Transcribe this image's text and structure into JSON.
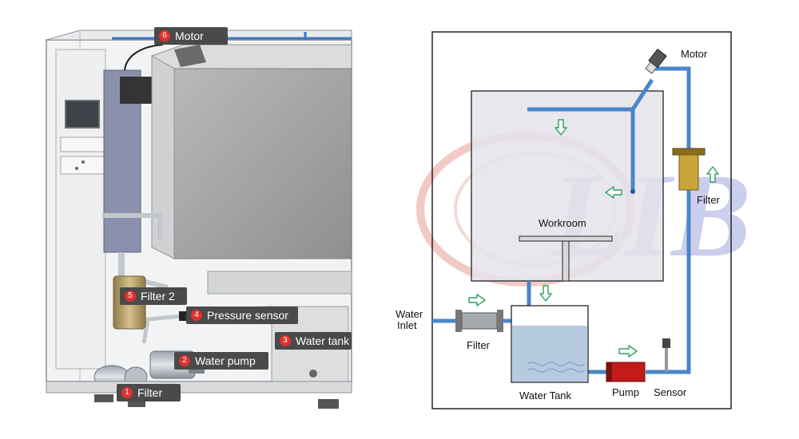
{
  "colors": {
    "pipe": "#4a86c8",
    "arrow": "#2fa060",
    "callout_bg": "#4a4a4a",
    "badge": "#e03030",
    "workroom_fill": "#e4e3ea",
    "filter_yellow": "#c9a53a",
    "pump_red": "#c41a1a",
    "tank_water": "#b7cbe0",
    "watermark_red": "#e9a6a0",
    "watermark_blue": "#a9aee0"
  },
  "callouts": [
    {
      "num": "6",
      "label": "Motor"
    },
    {
      "num": "5",
      "label": "Filter 2"
    },
    {
      "num": "4",
      "label": "Pressure sensor"
    },
    {
      "num": "3",
      "label": "Water tank"
    },
    {
      "num": "2",
      "label": "Water pump"
    },
    {
      "num": "1",
      "label": "Filter"
    }
  ],
  "schematic": {
    "motor": "Motor",
    "workroom": "Workroom",
    "filter_right": "Filter",
    "water_inlet_line1": "Water",
    "water_inlet_line2": "Inlet",
    "filter_left": "Filter",
    "water_tank": "Water Tank",
    "pump": "Pump",
    "sensor": "Sensor"
  },
  "watermark": {
    "text": "LIB",
    "icon": "lib-logo-watermark"
  }
}
